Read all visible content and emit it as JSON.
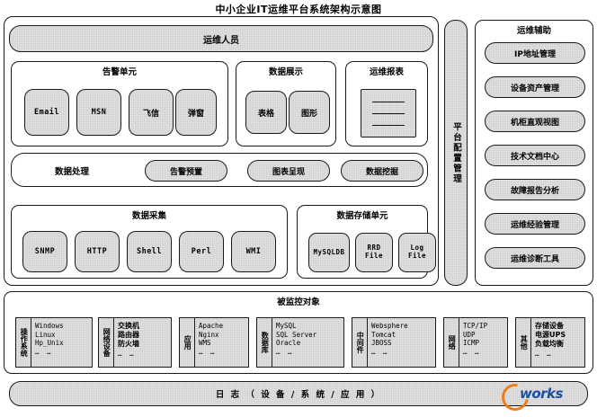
{
  "title": "中小企业IT运维平台系统架构示意图",
  "staff_bar": {
    "label": "运维人员"
  },
  "alarm_unit": {
    "title": "告警单元",
    "items": [
      {
        "label": "Email"
      },
      {
        "label": "MSN"
      },
      {
        "label": "飞信"
      },
      {
        "label": "弹窗"
      }
    ]
  },
  "data_display": {
    "title": "数据展示",
    "items": [
      {
        "label": "表格"
      },
      {
        "label": "图形"
      }
    ]
  },
  "report": {
    "title": "运维报表",
    "icon": "document-lines-icon"
  },
  "data_processing": {
    "title": "数据处理",
    "items": [
      {
        "label": "告警预置"
      },
      {
        "label": "图表呈现"
      },
      {
        "label": "数据挖掘"
      }
    ]
  },
  "data_collection": {
    "title": "数据采集",
    "items": [
      {
        "label": "SNMP"
      },
      {
        "label": "HTTP"
      },
      {
        "label": "Shell"
      },
      {
        "label": "Perl"
      },
      {
        "label": "WMI"
      }
    ]
  },
  "data_storage": {
    "title": "数据存储单元",
    "items": [
      {
        "label": "MySQLDB"
      },
      {
        "label": "RRD File"
      },
      {
        "label": "Log File"
      }
    ]
  },
  "platform_config": {
    "label": "平台配置管理"
  },
  "ops_aux": {
    "title": "运维辅助",
    "items": [
      {
        "label": "IP地址管理"
      },
      {
        "label": "设备资产管理"
      },
      {
        "label": "机柜直观视图"
      },
      {
        "label": "技术文档中心"
      },
      {
        "label": "故障报告分析"
      },
      {
        "label": "运维经验管理"
      },
      {
        "label": "运维诊断工具"
      }
    ]
  },
  "monitored_objects": {
    "title": "被监控对象",
    "columns": [
      {
        "key": "操作系统",
        "values": "Windows\nLinux\nHp_Unix\n…   …"
      },
      {
        "key": "网络设备",
        "values": "交换机\n路由器\n防火墙\n…   …"
      },
      {
        "key": "应用",
        "values": "Apache\nNginx\nWMS\n…   …"
      },
      {
        "key": "数据库",
        "values": "MySQL\nSQL Server\nOracle\n…   …"
      },
      {
        "key": "中间件",
        "values": "Websphere\nTomcat\nJBOSS\n…   …"
      },
      {
        "key": "网络",
        "values": "TCP/IP\nUDP\nICMP\n…   …"
      },
      {
        "key": "其他",
        "values": "存储设备\n电源UPS\n负载均衡\n…   …"
      }
    ]
  },
  "log_bar": {
    "label": "日 志 （ 设 备 / 系 统 / 应 用 ）"
  },
  "watermark": {
    "text": "works"
  },
  "colors": {
    "line": "#1a1a1a",
    "fill": "#e3e3e3",
    "watermark_orange": "#ef7c1a",
    "watermark_blue": "#1b4fa0"
  }
}
